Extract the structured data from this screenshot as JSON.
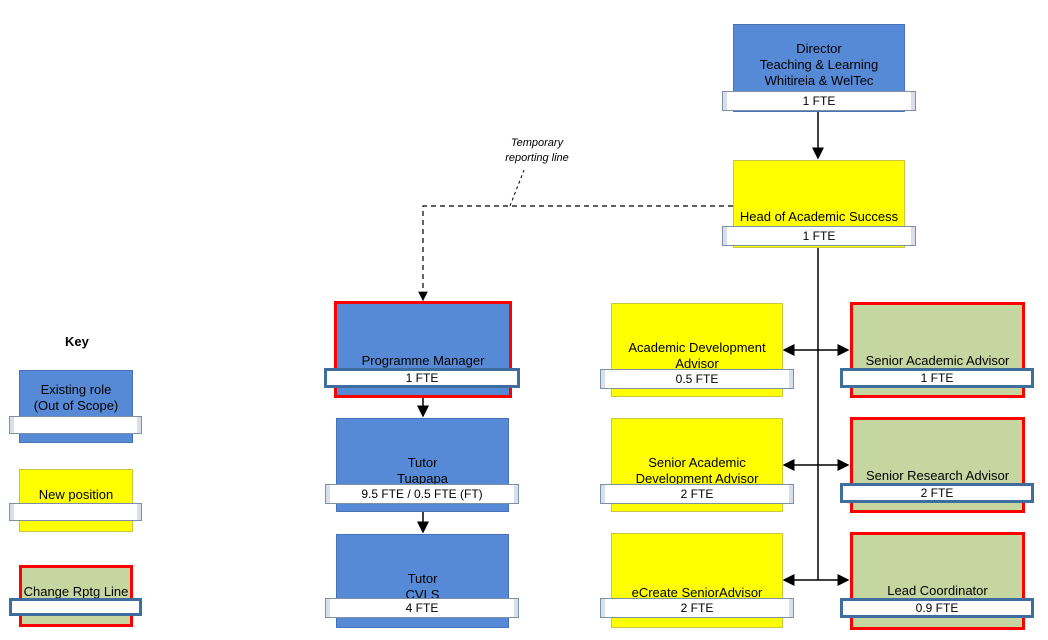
{
  "director": {
    "title": "Director\nTeaching & Learning\nWhitireia & WelTec",
    "fte": "1 FTE"
  },
  "head": {
    "title": "Head of Academic Success",
    "fte": "1 FTE"
  },
  "note": "Temporary\nreporting line",
  "programme_manager": {
    "title": "Programme Manager",
    "fte": "1 FTE"
  },
  "tutor_tuapapa": {
    "title": "Tutor\nTuapapa",
    "fte": "9.5 FTE / 0.5 FTE (FT)"
  },
  "tutor_cvls": {
    "title": "Tutor\nCVLS",
    "fte": "4 FTE"
  },
  "ada": {
    "title": "Academic Development\nAdvisor",
    "fte": "0.5 FTE"
  },
  "sada": {
    "title": "Senior Academic\nDevelopment Advisor",
    "fte": "2 FTE"
  },
  "ecreate": {
    "title": "eCreate SeniorAdvisor",
    "fte": "2 FTE"
  },
  "saa": {
    "title": "Senior Academic Advisor",
    "fte": "1 FTE"
  },
  "sra": {
    "title": "Senior Research Advisor",
    "fte": "2 FTE"
  },
  "lead": {
    "title": "Lead Coordinator",
    "fte": "0.9 FTE"
  },
  "key": {
    "title": "Key",
    "existing": "Existing role\n(Out of Scope)",
    "new": "New position",
    "change": "Change Rptg Line"
  },
  "colors": {
    "existing": "#568ad6",
    "new": "#ffff00",
    "change": "#c5d6a0",
    "change_border": "#ff0000"
  }
}
